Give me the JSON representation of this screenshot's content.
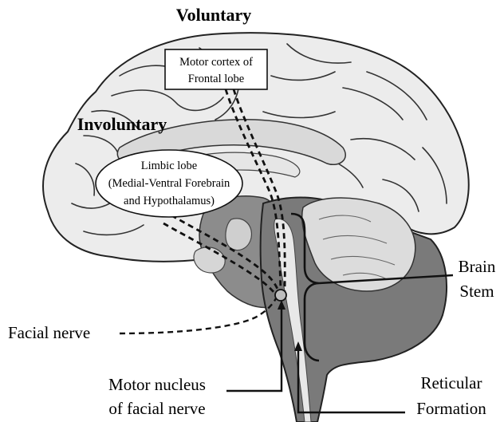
{
  "headings": {
    "voluntary": "Voluntary",
    "involuntary": "Involuntary"
  },
  "motor_cortex_box": {
    "line1": "Motor cortex of",
    "line2": "Frontal lobe"
  },
  "limbic_box": {
    "line1": "Limbic lobe",
    "line2": "(Medial-Ventral Forebrain",
    "line3": "and Hypothalamus)"
  },
  "labels": {
    "brain_stem_line1": "Brain",
    "brain_stem_line2": "Stem",
    "facial_nerve": "Facial nerve",
    "motor_nucleus_line1": "Motor nucleus",
    "motor_nucleus_line2": "of facial nerve",
    "reticular_line1": "Reticular",
    "reticular_line2": "Formation"
  },
  "colors": {
    "brain_fill": "#ececec",
    "inner_fill": "#d9d9d9",
    "brainstem_fill": "#7a7a7a",
    "cerebellum_fill": "#dcdcdc",
    "outline": "#222222"
  }
}
